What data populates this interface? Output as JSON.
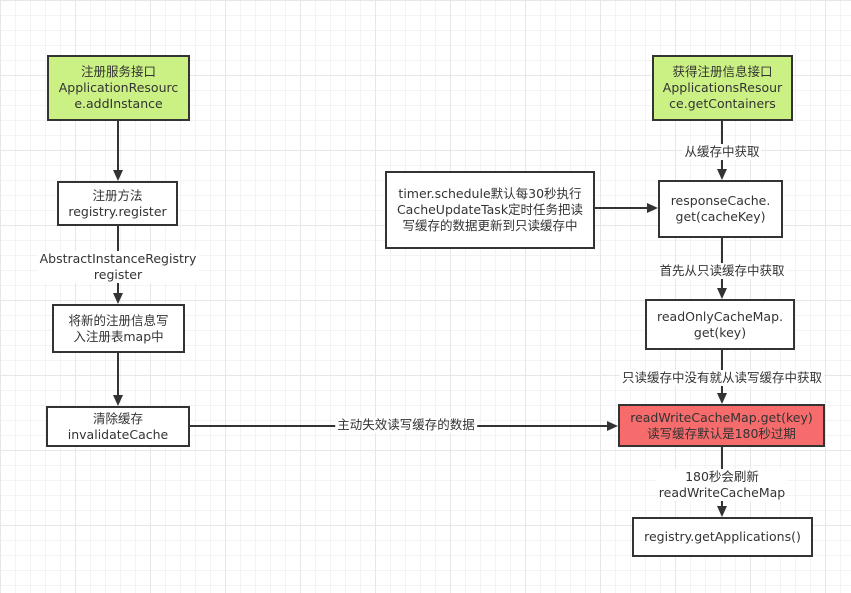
{
  "colors": {
    "node_border": "#333333",
    "green_fill": "#cbf184",
    "red_fill": "#f66b6b",
    "edge": "#333333",
    "text": "#333333",
    "grid_minor": "#f3f3f3",
    "grid_major": "#e7e7e7",
    "background": "#ffffff"
  },
  "nodes": {
    "register_api": {
      "lines": [
        "注册服务接口",
        "ApplicationResourc",
        "e.addInstance"
      ]
    },
    "get_api": {
      "lines": [
        "获得注册信息接口",
        "ApplicationsResour",
        "ce.getContainers"
      ]
    },
    "register_method": {
      "lines": [
        "注册方法",
        "registry.register"
      ]
    },
    "write_map": {
      "lines": [
        "将新的注册信息写",
        "入注册表map中"
      ]
    },
    "invalidate_cache": {
      "lines": [
        "清除缓存",
        "invalidateCache"
      ]
    },
    "timer_task": {
      "lines": [
        "timer.schedule默认每30秒执行",
        "CacheUpdateTask定时任务把读",
        "写缓存的数据更新到只读缓存中"
      ]
    },
    "response_cache": {
      "lines": [
        "responseCache.",
        "get(cacheKey)"
      ]
    },
    "read_only_cache": {
      "lines": [
        "readOnlyCacheMap.",
        "get(key)"
      ]
    },
    "read_write_cache": {
      "lines": [
        "readWriteCacheMap.get(key)",
        "读写缓存默认是180秒过期"
      ]
    },
    "get_applications": {
      "lines": [
        "registry.getApplications()"
      ]
    }
  },
  "edge_labels": {
    "abstract_registry": [
      "AbstractInstanceRegistry",
      "register"
    ],
    "invalidate_edge": [
      "主动失效读写缓存的数据"
    ],
    "from_cache": [
      "从缓存中获取"
    ],
    "first_read_only": [
      "首先从只读缓存中获取"
    ],
    "read_write_fallback": [
      "只读缓存中没有就从读写缓存中获取"
    ],
    "refresh_180": [
      "180秒会刷新",
      "readWriteCacheMap"
    ]
  }
}
